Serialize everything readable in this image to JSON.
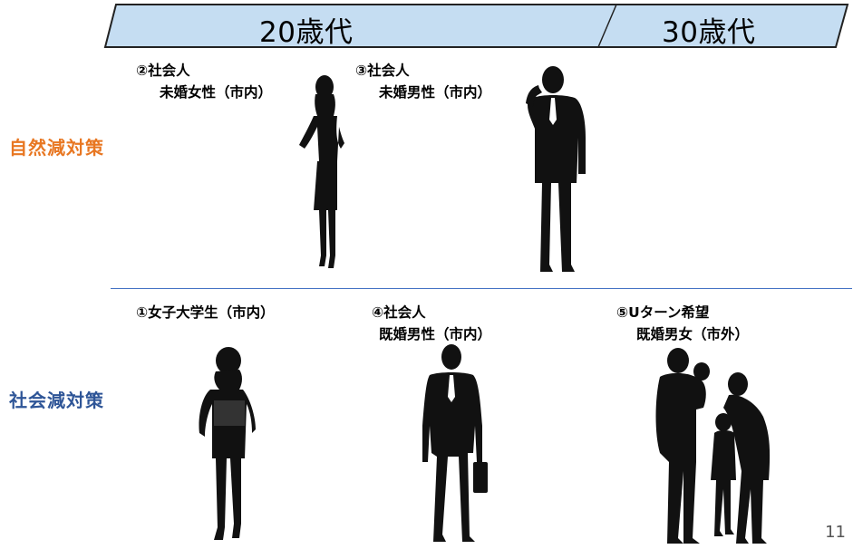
{
  "age_groups": {
    "twenties": "20歳代",
    "thirties": "30歳代"
  },
  "measures": {
    "natural": "自然減対策",
    "social": "社会減対策"
  },
  "personas": {
    "p2": {
      "line1": "②社会人",
      "line2": "未婚女性（市内）"
    },
    "p3": {
      "line1": "③社会人",
      "line2": "未婚男性（市内）"
    },
    "p1": {
      "line1": "①女子大学生（市内）"
    },
    "p4": {
      "line1": "④社会人",
      "line2": "既婚男性（市内）"
    },
    "p5": {
      "line1": "⑤Uターン希望",
      "line2": "既婚男女（市外）"
    }
  },
  "page_number": "11",
  "icons": [
    "woman-silhouette-icon",
    "businessman-phone-silhouette-icon",
    "female-student-silhouette-icon",
    "businessman-briefcase-silhouette-icon",
    "family-silhouette-icon"
  ],
  "colors": {
    "banner_fill": "#C5DDF2",
    "banner_stroke": "#222222",
    "natural_measure": "#E87722",
    "social_measure": "#2E5597",
    "divider": "#4472C4",
    "silhouette": "#111111"
  }
}
